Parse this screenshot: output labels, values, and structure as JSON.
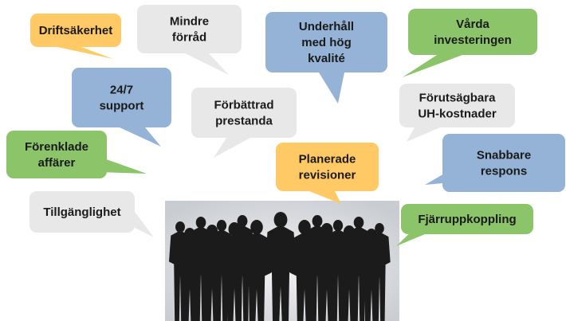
{
  "colors": {
    "orange": "#FFC966",
    "gray": "#E8E8E8",
    "blue": "#94B3D6",
    "green": "#8CC46A",
    "photo_bg": "#D4D6DA",
    "silhouette": "#1b1b1b"
  },
  "bubbles": [
    {
      "id": "driftsakerhet",
      "color": "orange",
      "lines": [
        "Driftsäkerhet"
      ]
    },
    {
      "id": "mindre-forrad",
      "color": "gray",
      "lines": [
        "Mindre",
        "förråd"
      ]
    },
    {
      "id": "underhall",
      "color": "blue",
      "lines": [
        "Underhåll",
        "med hög",
        "kvalité"
      ]
    },
    {
      "id": "varda-investeringen",
      "color": "green",
      "lines": [
        "Vårda",
        "investeringen"
      ]
    },
    {
      "id": "support",
      "color": "blue",
      "lines": [
        "24/7",
        "support"
      ]
    },
    {
      "id": "forbattrad-prestanda",
      "color": "gray",
      "lines": [
        "Förbättrad",
        "prestanda"
      ]
    },
    {
      "id": "forutsagbara",
      "color": "gray",
      "lines": [
        "Förutsägbara",
        "UH-kostnader"
      ]
    },
    {
      "id": "forenklade-affarer",
      "color": "green",
      "lines": [
        "Förenklade",
        "affärer"
      ]
    },
    {
      "id": "planerade-revisioner",
      "color": "orange",
      "lines": [
        "Planerade",
        "revisioner"
      ]
    },
    {
      "id": "snabbare-respons",
      "color": "blue",
      "lines": [
        "Snabbare",
        "respons"
      ]
    },
    {
      "id": "tillganglighet",
      "color": "gray",
      "lines": [
        "Tillgänglighet"
      ]
    },
    {
      "id": "fjarruppkoppling",
      "color": "green",
      "lines": [
        "Fjärruppkoppling"
      ]
    }
  ],
  "photo": {
    "subject": "group-silhouette"
  }
}
